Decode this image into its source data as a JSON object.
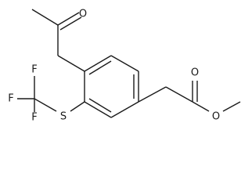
{
  "molecule": {
    "atoms": {
      "ketone_oxygen": "O",
      "ester_carbonyl_oxygen": "O",
      "ester_ether_oxygen": "O",
      "sulfur": "S",
      "fluorine_1": "F",
      "fluorine_2": "F",
      "fluorine_3": "F"
    }
  }
}
